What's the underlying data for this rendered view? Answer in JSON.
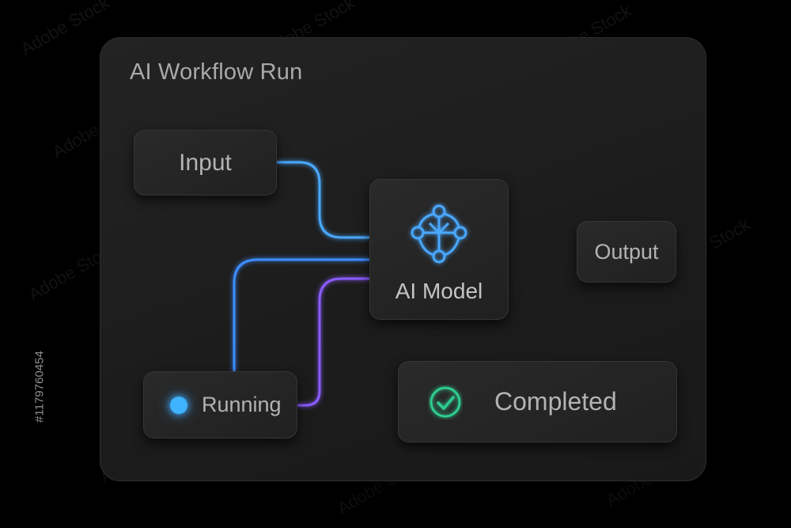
{
  "panel": {
    "title": "AI Workflow Run"
  },
  "nodes": {
    "input": "Input",
    "model": "AI Model",
    "output": "Output",
    "running": "Running",
    "completed": "Completed"
  },
  "icons": {
    "model": "neural-network-icon",
    "running": "status-dot-icon",
    "completed": "check-circle-icon"
  },
  "colors": {
    "background": "#000000",
    "panel": "#1f1f1f",
    "wire_blue": "#4aa8ff",
    "wire_purple": "#8a5cff",
    "running_dot": "#3fb3ff",
    "completed_check": "#2ecc8f"
  },
  "watermark": {
    "text": "Adobe Stock",
    "side_id": "#1179760454"
  }
}
